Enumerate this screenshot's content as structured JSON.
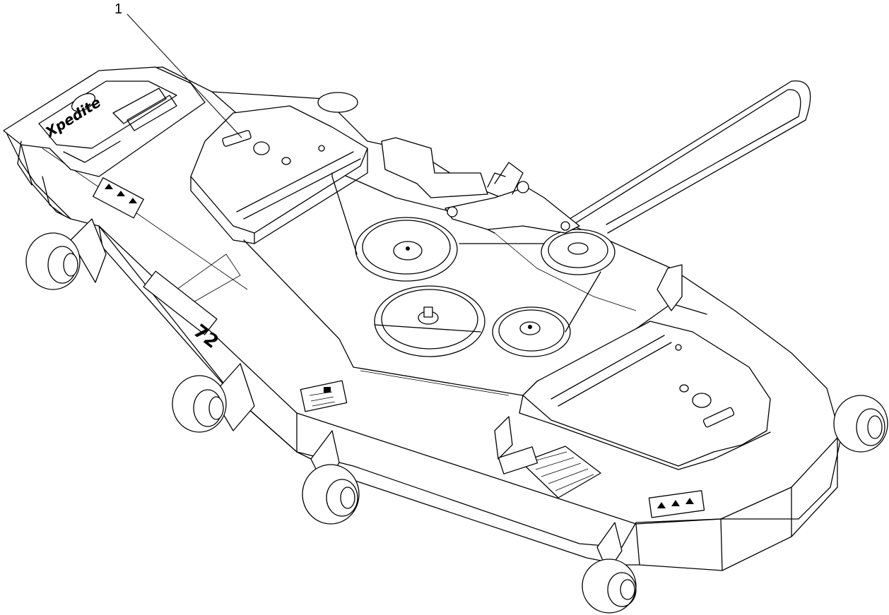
{
  "diagram": {
    "callouts": [
      {
        "number": "1"
      }
    ],
    "deck_markings": {
      "brand_logo_text": "Xpedite",
      "deck_size_number": "72"
    }
  }
}
